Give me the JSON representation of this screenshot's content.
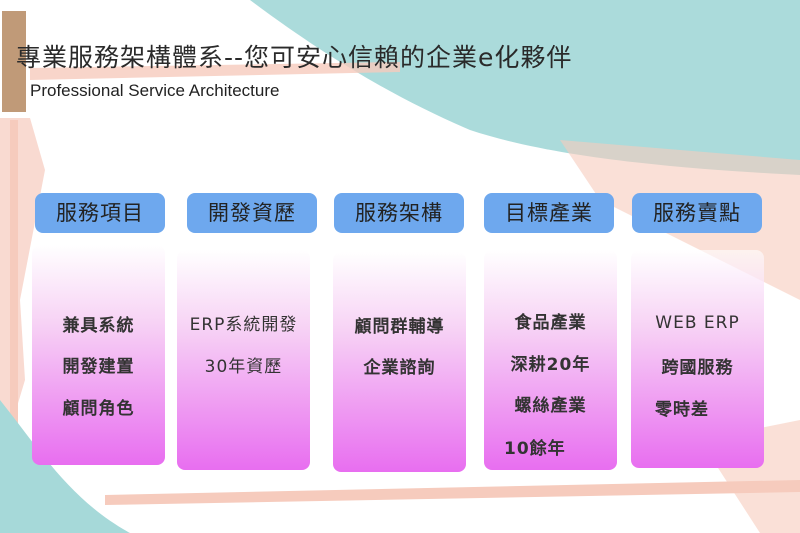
{
  "header": {
    "title": "專業服務架構體系--您可安心信賴的企業e化夥伴",
    "subtitle": "Professional Service Architecture"
  },
  "columns": [
    {
      "heading": "服務項目",
      "lines": [
        "兼具系統",
        "開發建置",
        "顧問角色"
      ]
    },
    {
      "heading": "開發資歷",
      "lines": [
        "ERP系統開發",
        "30年資歷"
      ]
    },
    {
      "heading": "服務架構",
      "lines": [
        "顧問群輔導",
        "企業諮詢"
      ]
    },
    {
      "heading": "目標產業",
      "lines": [
        "食品產業",
        "深耕20年",
        "螺絲產業",
        "10餘年"
      ]
    },
    {
      "heading": "服務賣點",
      "lines": [
        "WEB ERP",
        "跨國服務",
        "零時差"
      ]
    }
  ],
  "colors": {
    "header_box": "#6ea8ee",
    "card_bottom": "#e86ef0",
    "teal": "#a6d9d9",
    "peach": "#f6cbbd",
    "accent": "#c09a78"
  }
}
